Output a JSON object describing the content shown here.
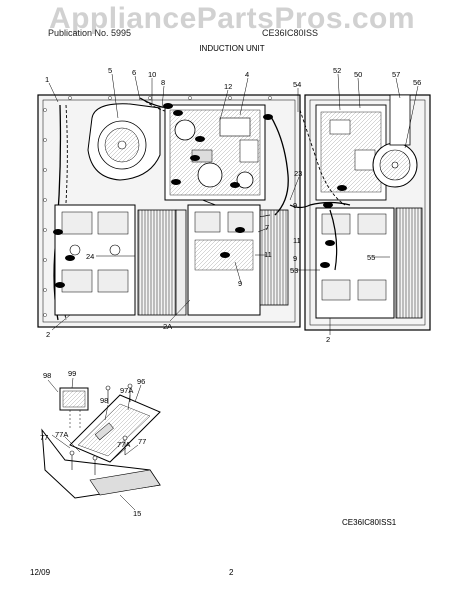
{
  "watermark": "AppliancePartsPros.com",
  "header": {
    "left": "Publication No. 5995",
    "right": "CE36IC80ISS",
    "subtitle": "INDUCTION UNIT"
  },
  "footer": {
    "date": "12/09",
    "page": "2",
    "model_code": "CE36IC80ISS1"
  },
  "callouts": {
    "c1": "1",
    "c5": "5",
    "c6": "6",
    "c10": "10",
    "c8": "8",
    "c4": "4",
    "c12": "12",
    "c54": "54",
    "c52": "52",
    "c50": "50",
    "c57": "57",
    "c56": "56",
    "c23": "23",
    "c9a": "9",
    "c7": "7",
    "c11a": "11",
    "c11b": "11",
    "c9b": "9",
    "c9c": "9",
    "c24": "24",
    "c53": "53",
    "c55": "55",
    "c2a": "2",
    "c2A": "2A",
    "c2b": "2",
    "c98a": "98",
    "c99": "99",
    "c97A": "97A",
    "c96": "96",
    "c98b": "98",
    "c77a": "77",
    "c77Aa": "77A",
    "c77b": "77",
    "c77Ab": "77A",
    "c15": "15"
  }
}
